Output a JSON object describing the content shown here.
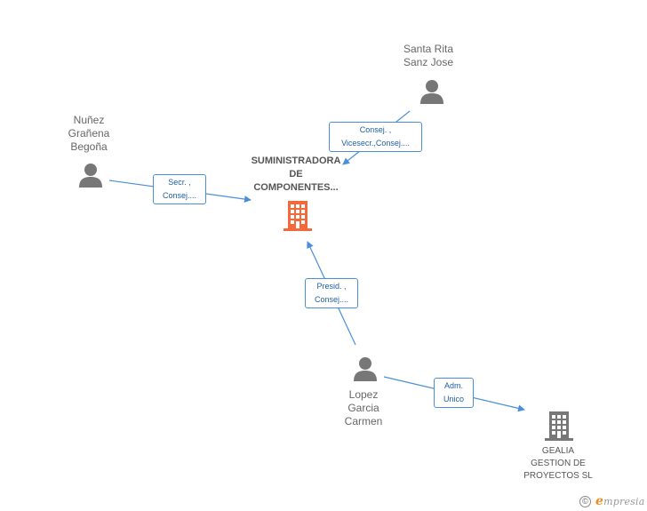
{
  "nodes": {
    "company_main": {
      "name_lines": [
        "SUMINISTRADORA",
        "DE",
        "COMPONENTES..."
      ],
      "icon": "building-icon",
      "color": "#f26a3b"
    },
    "company_gealia": {
      "name_lines": [
        "GEALIA",
        "GESTION DE",
        "PROYECTOS SL"
      ],
      "icon": "building-icon",
      "color": "#777777"
    },
    "person_santa_rita": {
      "name_lines": [
        "Santa Rita",
        "Sanz Jose"
      ],
      "icon": "person-icon"
    },
    "person_nunez": {
      "name_lines": [
        "Nuñez",
        "Grañena",
        "Begoña"
      ],
      "icon": "person-icon"
    },
    "person_lopez": {
      "name_lines": [
        "Lopez",
        "Garcia",
        "Carmen"
      ],
      "icon": "person-icon"
    }
  },
  "relations": {
    "santa_rita_to_main": {
      "lines": [
        "Consej. ,",
        "Vicesecr.,Consej...."
      ]
    },
    "nunez_to_main": {
      "lines": [
        "Secr. ,",
        "Consej...."
      ]
    },
    "lopez_to_main": {
      "lines": [
        "Presid. ,",
        "Consej...."
      ]
    },
    "lopez_to_gealia": {
      "lines": [
        "Adm.",
        "Unico"
      ]
    }
  },
  "colors": {
    "edge": "#4a8fd8",
    "person_icon": "#777777"
  },
  "footer": {
    "copyright_symbol": "©",
    "brand_initial": "e",
    "brand_rest": "mpresia"
  }
}
